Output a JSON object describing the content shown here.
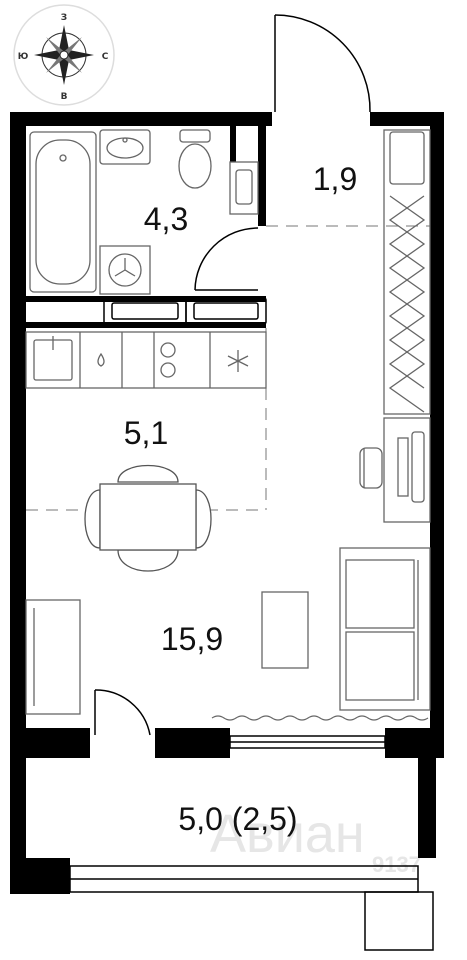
{
  "compass": {
    "north_letter": "З",
    "south_letter": "В",
    "west_letter": "Ю",
    "east_letter": "С"
  },
  "rooms": {
    "hallway_area": "1,9",
    "bathroom_area": "4,3",
    "kitchen_area": "5,1",
    "living_area": "15,9",
    "balcony_area": "5,0 (2,5)"
  },
  "watermark": {
    "brand": "Авиан",
    "number": "9137"
  },
  "colors": {
    "wall": "#000000",
    "fixture_stroke": "#666666",
    "background": "#ffffff"
  }
}
